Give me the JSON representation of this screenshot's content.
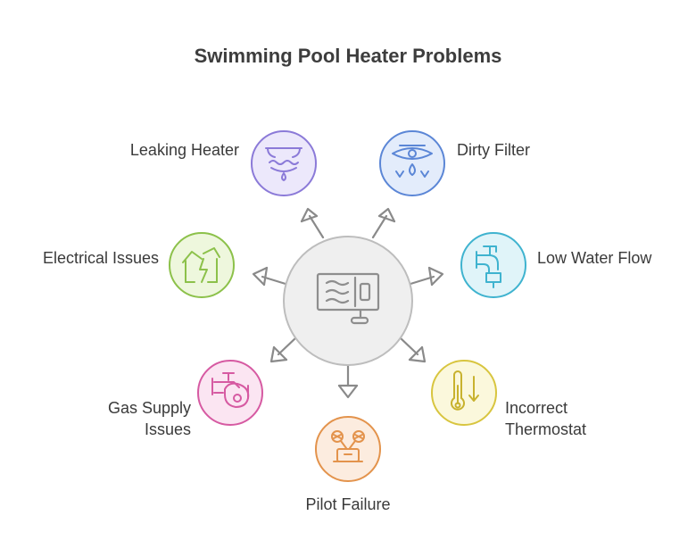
{
  "title": "Swimming Pool Heater Problems",
  "center": {
    "icon": "pool-heater-icon"
  },
  "nodes": [
    {
      "id": "leaking-heater",
      "label": "Leaking Heater",
      "icon": "leak-icon",
      "fill": "#ece8fb",
      "stroke": "#8b7ad8"
    },
    {
      "id": "dirty-filter",
      "label": "Dirty Filter",
      "icon": "filter-icon",
      "fill": "#e3ecfb",
      "stroke": "#5b86d6"
    },
    {
      "id": "low-water-flow",
      "label": "Low Water Flow",
      "icon": "pipe-icon",
      "fill": "#e0f4f9",
      "stroke": "#3fb3cf"
    },
    {
      "id": "incorrect-thermostat",
      "label_lines": [
        "Incorrect",
        "Thermostat"
      ],
      "icon": "thermometer-icon",
      "fill": "#fbf8dc",
      "stroke": "#d8c53f"
    },
    {
      "id": "pilot-failure",
      "label": "Pilot Failure",
      "icon": "pilot-engine-icon",
      "fill": "#fcecdf",
      "stroke": "#e3934c"
    },
    {
      "id": "gas-supply-issues",
      "label_lines": [
        "Gas Supply",
        "Issues"
      ],
      "icon": "gas-valve-icon",
      "fill": "#fbe5f2",
      "stroke": "#d65aa2"
    },
    {
      "id": "electrical-issues",
      "label": "Electrical Issues",
      "icon": "electric-house-icon",
      "fill": "#eef7dd",
      "stroke": "#8cc14a"
    }
  ]
}
